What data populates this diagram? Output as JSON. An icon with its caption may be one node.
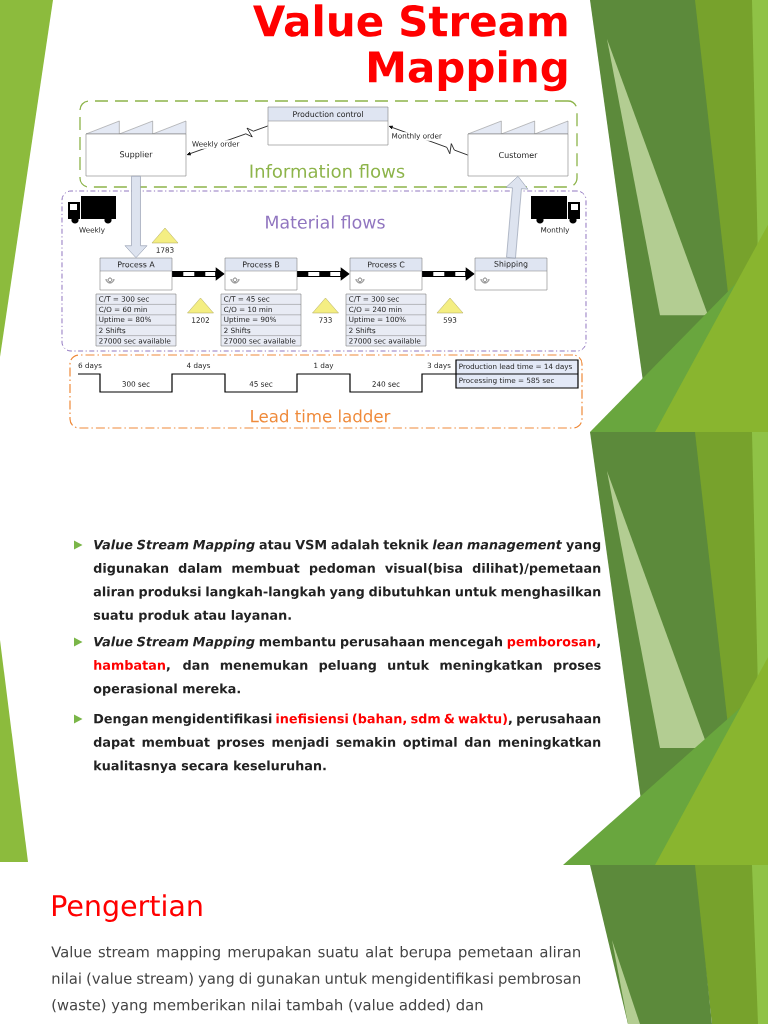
{
  "diagram": {
    "title": "Value Stream Mapping",
    "nodes": [
      {
        "text": [
          "Information flows"
        ]
      },
      {
        "text": [
          "Supplier"
        ],
        "in": 0
      },
      {
        "text": [
          "Production control"
        ],
        "in": 0
      },
      {
        "text": [
          "Customer"
        ],
        "in": 0
      },
      {
        "text": [
          "Material flows"
        ]
      },
      {
        "text": [
          "Process A"
        ],
        "in": 4
      },
      {
        "text": [
          "Process B"
        ],
        "in": 4
      },
      {
        "text": [
          "Process C"
        ],
        "in": 4
      },
      {
        "text": [
          "Shipping"
        ],
        "in": 4
      },
      {
        "text": [
          "C/T = 300 sec",
          "C/O = 60 min",
          "Uptime = 80%",
          "2 Shifts",
          "27000 sec available"
        ],
        "in": 4
      },
      {
        "text": [
          "C/T = 45 sec",
          "C/O = 10 min",
          "Uptime = 90%",
          "2 Shifts",
          "27000 sec available"
        ],
        "in": 4
      },
      {
        "text": [
          "C/T = 300 sec",
          "C/O = 240 min",
          "Uptime = 100%",
          "2 Shifts",
          "27000 sec available"
        ],
        "in": 4
      },
      {
        "text": [
          "Lead time ladder"
        ]
      },
      {
        "text": [
          "Production lead time = 14 days",
          "Processing time = 585 sec"
        ],
        "in": 12
      }
    ],
    "edges": [
      {
        "from": 2,
        "to": 1,
        "arrow": "to",
        "label": "Weekly order"
      },
      {
        "from": 3,
        "to": 2,
        "arrow": "to",
        "label": "Monthly order"
      },
      {
        "from": 1,
        "to": 5,
        "arrow": "to",
        "style": "thick",
        "color": "#dde3ef"
      },
      {
        "from": 5,
        "to": 6,
        "arrow": "to",
        "style": "dashed"
      },
      {
        "from": 6,
        "to": 7,
        "arrow": "to",
        "style": "dashed"
      },
      {
        "from": 7,
        "to": 8,
        "arrow": "to",
        "style": "dashed"
      },
      {
        "from": 8,
        "to": 3,
        "arrow": "to",
        "style": "thick",
        "color": "#dde3ef"
      }
    ],
    "labels": [
      "Weekly",
      "Monthly",
      "1783",
      "1202",
      "733",
      "593",
      "6 days",
      "4 days",
      "1 day",
      "3 days",
      "300 sec",
      "45 sec",
      "240 sec",
      "*Value Stream Mapping* atau VSM adalah teknik *lean management* yang digunakan dalam membuat pedoman visual(bisa dilihat)/pemetaan aliran produksi langkah-langkah yang dibutuhkan untuk menghasilkan suatu produk atau layanan.",
      "*Value Stream Mapping* membantu perusahaan mencegah **pemborosan**, **hambatan**, dan menemukan peluang untuk meningkatkan proses operasional mereka.",
      "Dengan mengidentifikasi **inefisiensi (bahan, sdm & waktu)**, perusahaan dapat membuat proses menjadi semakin optimal dan meningkatkan kualitasnya secara keseluruhan.",
      "Pengertian",
      "Value stream mapping merupakan suatu alat berupa pemetaan aliran nilai (value stream) yang di gunakan untuk mengidentifikasi pembrosan (waste) yang memberikan nilai tambah (value added) dan"
    ]
  }
}
